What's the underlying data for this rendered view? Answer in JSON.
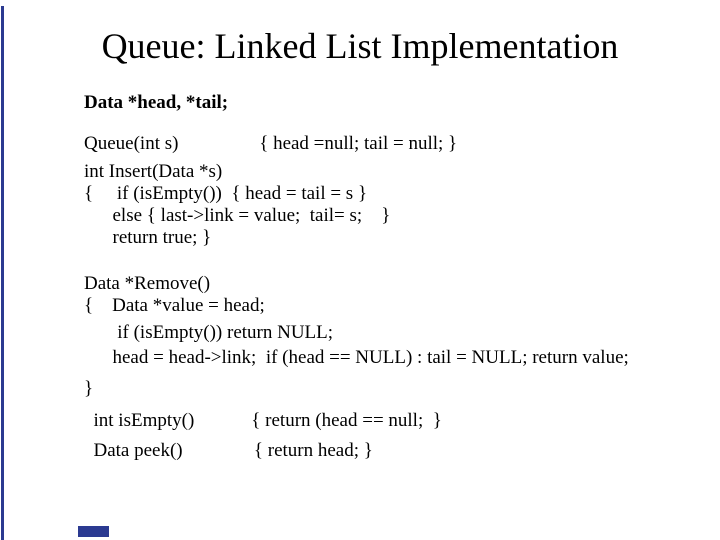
{
  "slide": {
    "title": "Queue: Linked List Implementation",
    "colors": {
      "background": "#ffffff",
      "text": "#000000",
      "accent": "#2b3a91"
    },
    "code": {
      "lines": [
        "Data *head, *tail;",
        "Queue(int s)                 { head =null; tail = null; }",
        "int Insert(Data *s)",
        "{     if (isEmpty())  { head = tail = s }",
        "      else { last->link = value;  tail= s;    }",
        "      return true; }",
        "Data *Remove()",
        "{    Data *value = head;",
        "       if (isEmpty()) return NULL;",
        "      head = head->link;  if (head == NULL) : tail = NULL; return value;",
        "}",
        "  int isEmpty()            { return (head == null;  }",
        "  Data peek()               { return head; }"
      ]
    }
  }
}
